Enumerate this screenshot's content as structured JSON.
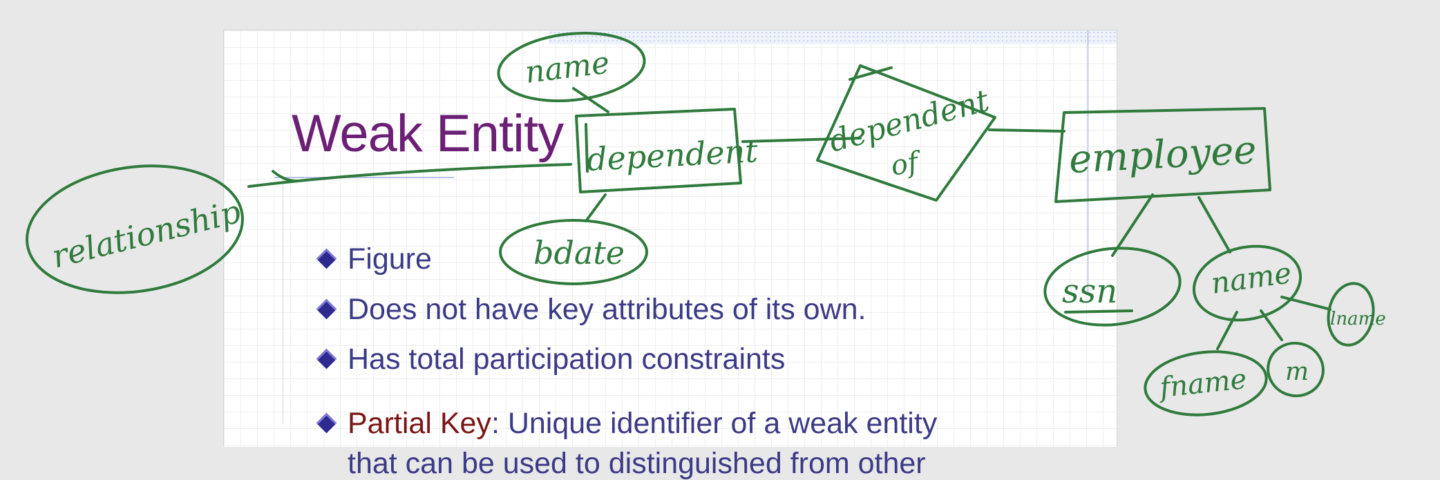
{
  "slide": {
    "title": "Weak Entity",
    "bullets": [
      {
        "text": "Figure"
      },
      {
        "text": "Does not have key attributes of its own."
      },
      {
        "text": "Has total participation constraints"
      },
      {
        "key_term": "Partial Key",
        "text": ": Unique identifier of a weak entity"
      }
    ],
    "continuation": "that can be used to distinguished from other"
  },
  "annotations": {
    "relationship": "relationship",
    "dependent": "dependent",
    "name_top": "name",
    "bdate": "bdate",
    "dependent_of_1": "dependent",
    "dependent_of_2": "of",
    "employee": "employee",
    "ssn": "ssn",
    "name_right": "name",
    "fname": "fname",
    "m": "m",
    "lname": "lname"
  },
  "colors": {
    "title": "#6b2076",
    "bullet_text": "#3b3a86",
    "partial_key": "#7a1515",
    "ink": "#2f7a3c"
  }
}
